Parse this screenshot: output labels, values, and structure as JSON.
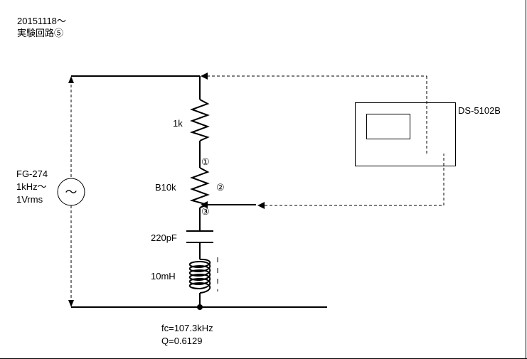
{
  "header": {
    "date": "20151118～",
    "title": "実験回路⑤"
  },
  "generator": {
    "model": "FG-274",
    "frequency": "1kHz～",
    "amplitude": "1Vrms",
    "symbol": "～"
  },
  "components": {
    "resistor": "1k",
    "pot": "B10k",
    "capacitor": "220pF",
    "inductor": "10mH"
  },
  "pins": {
    "pin1": "①",
    "pin2": "②",
    "pin3": "③"
  },
  "oscilloscope": {
    "model": "DS-5102B"
  },
  "results": {
    "fc": "fc=107.3kHz",
    "q": "Q=0.6129"
  }
}
